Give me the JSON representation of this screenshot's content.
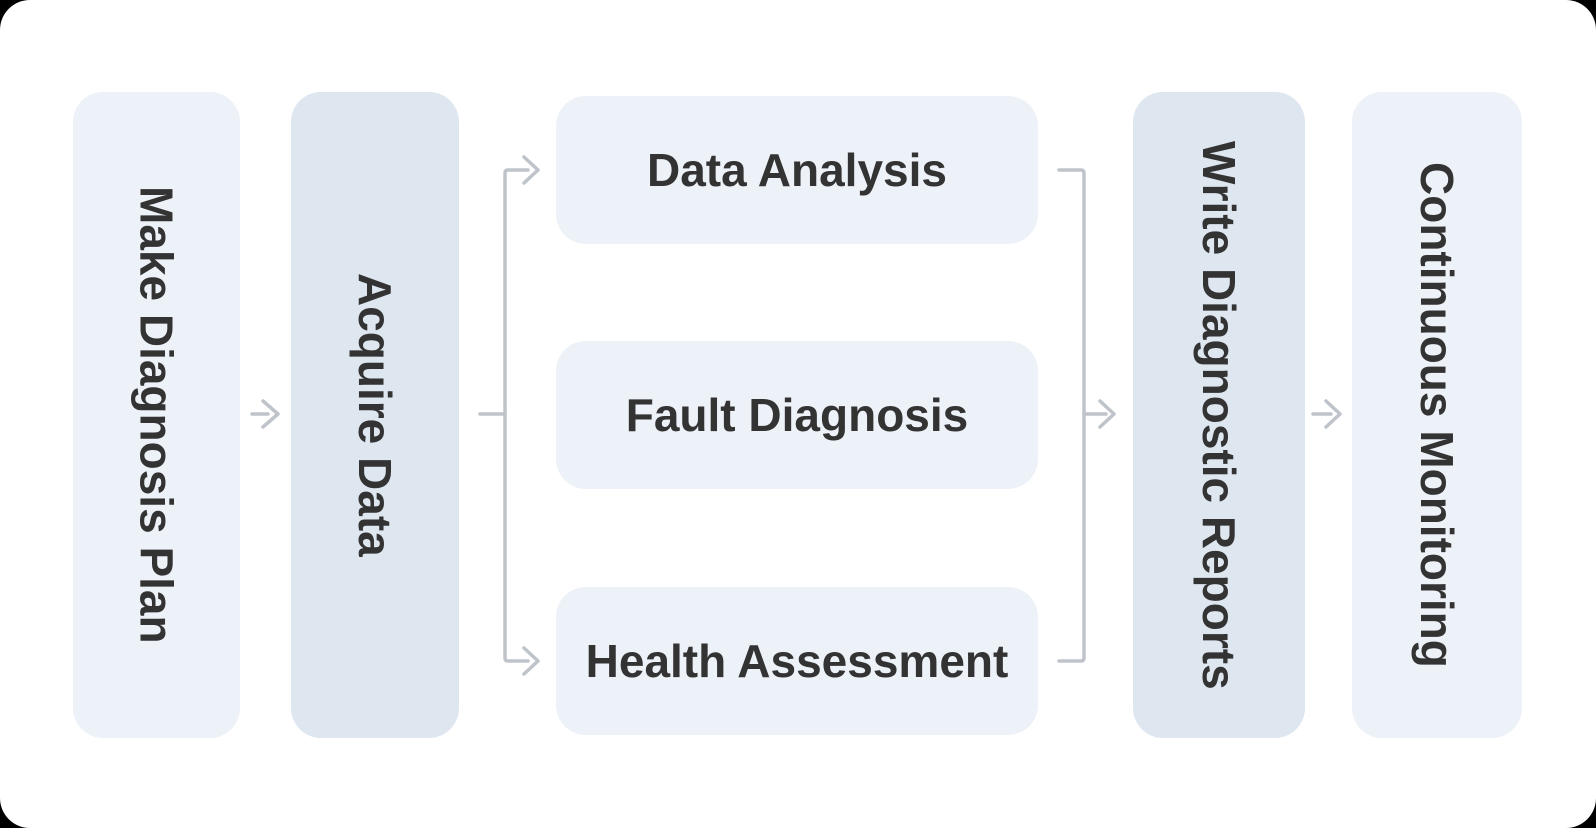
{
  "diagram": {
    "type": "flowchart",
    "direction": "left-to-right",
    "nodes": [
      {
        "id": "make-diagnosis-plan",
        "label": "Make Diagnosis Plan",
        "orientation": "vertical",
        "variant": "light"
      },
      {
        "id": "acquire-data",
        "label": "Acquire Data",
        "orientation": "vertical",
        "variant": "shaded"
      },
      {
        "id": "data-analysis",
        "label": "Data Analysis",
        "orientation": "horizontal",
        "variant": "light"
      },
      {
        "id": "fault-diagnosis",
        "label": "Fault Diagnosis",
        "orientation": "horizontal",
        "variant": "light"
      },
      {
        "id": "health-assessment",
        "label": "Health Assessment",
        "orientation": "horizontal",
        "variant": "light"
      },
      {
        "id": "write-diagnostic-reports",
        "label": "Write Diagnostic Reports",
        "orientation": "vertical",
        "variant": "shaded"
      },
      {
        "id": "continuous-monitoring",
        "label": "Continuous Monitoring",
        "orientation": "vertical",
        "variant": "light"
      }
    ],
    "edges": [
      {
        "from": "make-diagnosis-plan",
        "to": "acquire-data",
        "arrow": true
      },
      {
        "from": "acquire-data",
        "to": "data-analysis",
        "arrow": true
      },
      {
        "from": "acquire-data",
        "to": "health-assessment",
        "arrow": true
      },
      {
        "from": "data-analysis",
        "to": "write-diagnostic-reports",
        "arrow": true
      },
      {
        "from": "health-assessment",
        "to": "write-diagnostic-reports",
        "arrow": true
      },
      {
        "from": "write-diagnostic-reports",
        "to": "continuous-monitoring",
        "arrow": true
      }
    ],
    "arrow_style": "open-chevron",
    "colors": {
      "frame_bg": "#000000",
      "canvas_bg": "#ffffff",
      "box_light": "#edf1f8",
      "box_shaded": "#dee6f0",
      "text": "#333333",
      "connector": "#bfc3ca"
    }
  }
}
